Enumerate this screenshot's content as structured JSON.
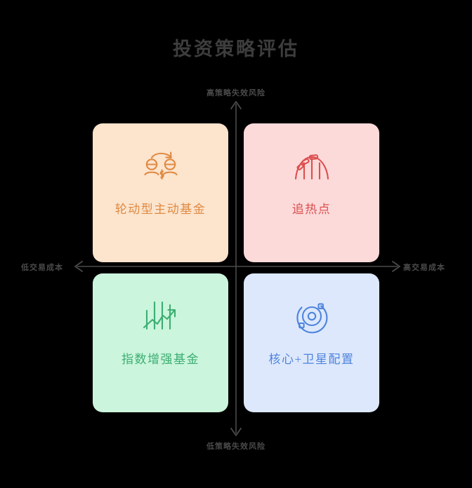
{
  "page": {
    "title": "投资策略评估",
    "background_color": "#000000",
    "title_color": "#3d3d3d"
  },
  "axes": {
    "color": "#4a4a4a",
    "vertical": {
      "top_label": "高策略失效风险",
      "bottom_label": "低策略失效风险"
    },
    "horizontal": {
      "left_label": "低交易成本",
      "right_label": "高交易成本"
    }
  },
  "quadrants": [
    {
      "position": "top-left",
      "label": "轮动型主动基金",
      "icon": "rotation-people-dollar-icon",
      "bg_color": "#fce4cd",
      "fg_color": "#e08a43"
    },
    {
      "position": "top-right",
      "label": "追热点",
      "icon": "roller-coaster-icon",
      "bg_color": "#fcdada",
      "fg_color": "#dc5050"
    },
    {
      "position": "bottom-left",
      "label": "指数增强基金",
      "icon": "rising-chart-arrow-icon",
      "bg_color": "#cbf5dc",
      "fg_color": "#3cae72"
    },
    {
      "position": "bottom-right",
      "label": "核心+卫星配置",
      "icon": "orbit-satellite-icon",
      "bg_color": "#dde8fc",
      "fg_color": "#4f84dd"
    }
  ],
  "chart_data": {
    "type": "scatter",
    "title": "投资策略评估",
    "xlabel": "交易成本",
    "ylabel": "策略失效风险",
    "x_axis_ticks": [
      "低交易成本",
      "高交易成本"
    ],
    "y_axis_ticks": [
      "低策略失效风险",
      "高策略失效风险"
    ],
    "grid": false,
    "legend": "none",
    "categories": [
      "轮动型主动基金",
      "追热点",
      "指数增强基金",
      "核心+卫星配置"
    ],
    "points": [
      {
        "name": "轮动型主动基金",
        "x": "低交易成本",
        "y": "高策略失效风险",
        "quadrant": "top-left"
      },
      {
        "name": "追热点",
        "x": "高交易成本",
        "y": "高策略失效风险",
        "quadrant": "top-right"
      },
      {
        "name": "指数增强基金",
        "x": "低交易成本",
        "y": "低策略失效风险",
        "quadrant": "bottom-left"
      },
      {
        "name": "核心+卫星配置",
        "x": "高交易成本",
        "y": "低策略失效风险",
        "quadrant": "bottom-right"
      }
    ]
  }
}
